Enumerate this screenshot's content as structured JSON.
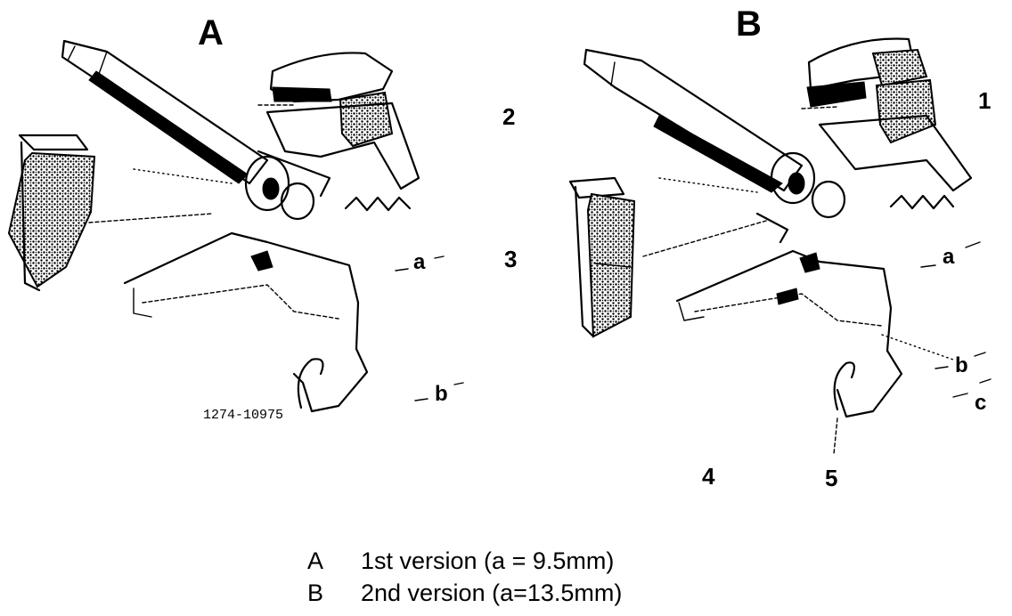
{
  "figure": {
    "panel_a_label": "A",
    "panel_b_label": "B",
    "part_number": "1274-10975",
    "callouts": {
      "one": "1",
      "two": "2",
      "three": "3",
      "four": "4",
      "five": "5"
    },
    "dimensions": {
      "a_left": "a",
      "b_left": "b",
      "a_right": "a",
      "b_right": "b",
      "c_right": "c"
    }
  },
  "legend": [
    {
      "key": "A",
      "text": "1st version (a = 9.5mm)"
    },
    {
      "key": "B",
      "text": "2nd version (a=13.5mm)"
    }
  ]
}
